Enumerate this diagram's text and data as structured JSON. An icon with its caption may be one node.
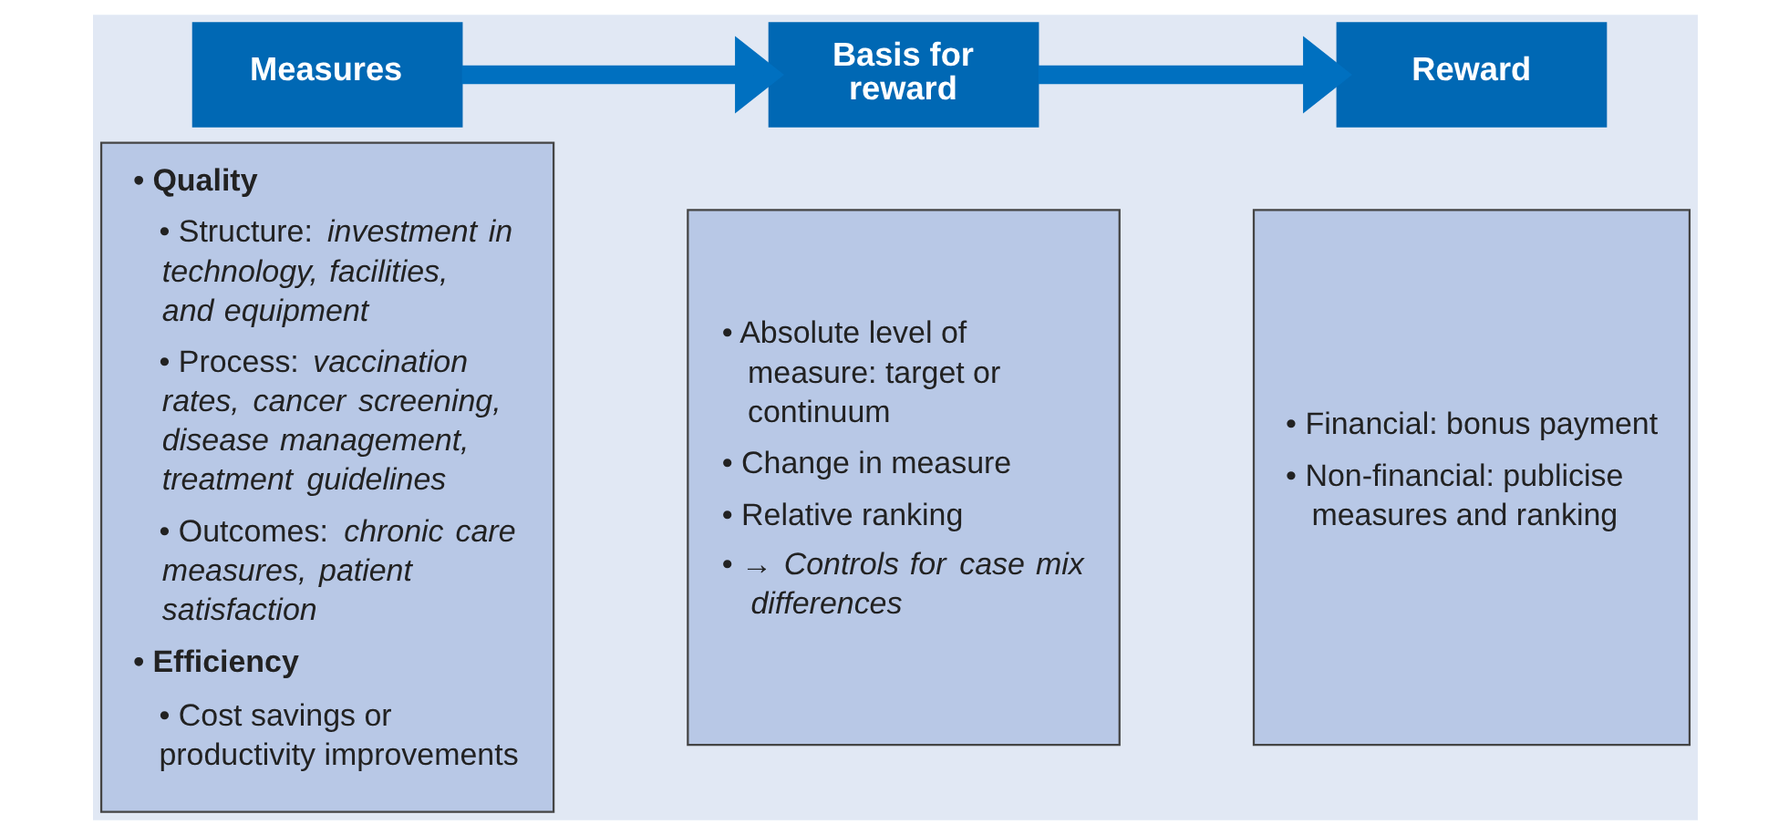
{
  "diagram": {
    "nodes": [
      {
        "text": [
          "Measures"
        ]
      },
      {
        "text": [
          "• Quality",
          "• Structure: *investment in technology, facilities, and equipment*",
          "• Process: *vaccination rates, cancer screening, disease management, treatment guidelines*",
          "• Outcomes: *chronic care measures, patient satisfaction*",
          "• Efficiency",
          "• Cost savings or productivity improvements"
        ]
      },
      {
        "text": [
          "Basis for reward"
        ]
      },
      {
        "text": [
          "• Absolute level of measure: target or continuum",
          "• Change in measure",
          "• Relative ranking",
          "• → *Controls for case mix differences*"
        ]
      },
      {
        "text": [
          "Reward"
        ]
      },
      {
        "text": [
          "• Financial: bonus payment",
          "• Non-financial: publicise measures and ranking"
        ]
      }
    ],
    "edges": [
      {
        "from": 0,
        "to": 2,
        "arrow": "to"
      },
      {
        "from": 2,
        "to": 4,
        "arrow": "to"
      }
    ]
  }
}
